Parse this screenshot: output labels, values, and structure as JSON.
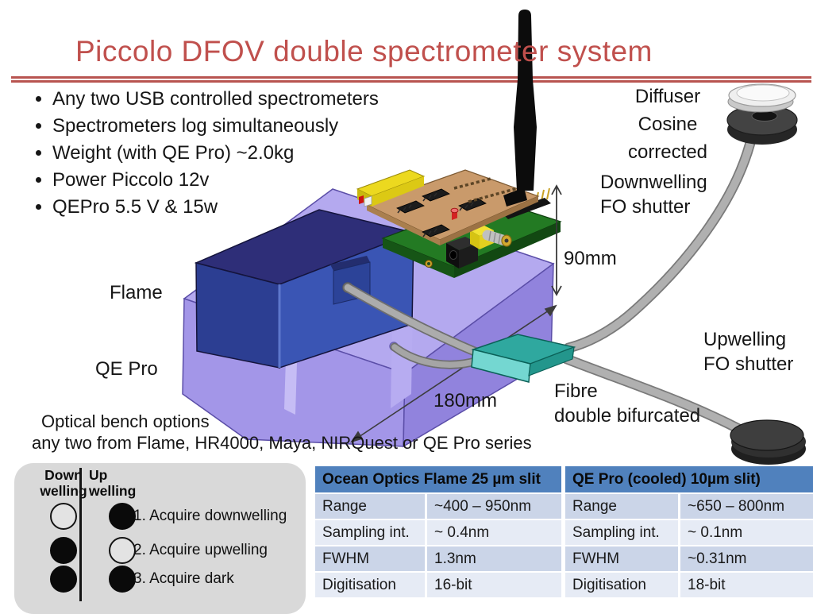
{
  "slide": {
    "title": "Piccolo DFOV double spectrometer system",
    "accent_color": "#c0504d"
  },
  "bullets": [
    "Any two USB controlled spectrometers",
    "Spectrometers log simultaneously",
    "Weight (with QE Pro) ~2.0kg",
    "Power Piccolo 12v",
    "QEPro 5.5 V & 15w"
  ],
  "diagram": {
    "labels": {
      "diffuser": "Diffuser\nCosine\ncorrected",
      "downwelling_shutter": "Downwelling\nFO shutter",
      "upwelling_shutter": "Upwelling\nFO shutter",
      "fibre": "Fibre\ndouble bifurcated",
      "flame": "Flame",
      "qe_pro": "QE Pro",
      "dim_height": "90mm",
      "dim_length": "180mm",
      "optical_bench_line1": "Optical bench options",
      "optical_bench_line2": "any two from Flame, HR4000, Maya, NIRQuest or QE Pro series"
    }
  },
  "legend": {
    "down_header": "Down\nwelling",
    "up_header": "Up\nwelling",
    "rows": [
      {
        "down": "open",
        "up": "closed",
        "label": "1. Acquire downwelling"
      },
      {
        "down": "closed",
        "up": "open",
        "label": "2. Acquire upwelling"
      },
      {
        "down": "closed",
        "up": "closed",
        "label": "3. Acquire dark"
      }
    ]
  },
  "tables": [
    {
      "title": "Ocean Optics Flame 25 µm slit",
      "rows": [
        {
          "label": "Range",
          "value": "~400 – 950nm"
        },
        {
          "label": "Sampling int.",
          "value": "~ 0.4nm"
        },
        {
          "label": "FWHM",
          "value": "1.3nm"
        },
        {
          "label": "Digitisation",
          "value": "16-bit"
        }
      ]
    },
    {
      "title": "QE Pro (cooled)  10µm slit)",
      "rows": [
        {
          "label": "Range",
          "value": "~650 – 800nm"
        },
        {
          "label": "Sampling int.",
          "value": "~ 0.1nm"
        },
        {
          "label": "FWHM",
          "value": "~0.31nm"
        },
        {
          "label": "Digitisation",
          "value": "18-bit"
        }
      ]
    }
  ],
  "colors": {
    "title_red": "#c0504d",
    "rule_red": "#b85450",
    "table_header_blue": "#5081bd",
    "table_row_dark": "#cbd5e8",
    "table_row_light": "#e6ebf5",
    "legend_gray": "#d9d9d9",
    "qe_pro_box_purple": "#a396e8",
    "flame_box_navy": "#3a55b4",
    "fibre_connector_teal": "#2fa89f"
  }
}
